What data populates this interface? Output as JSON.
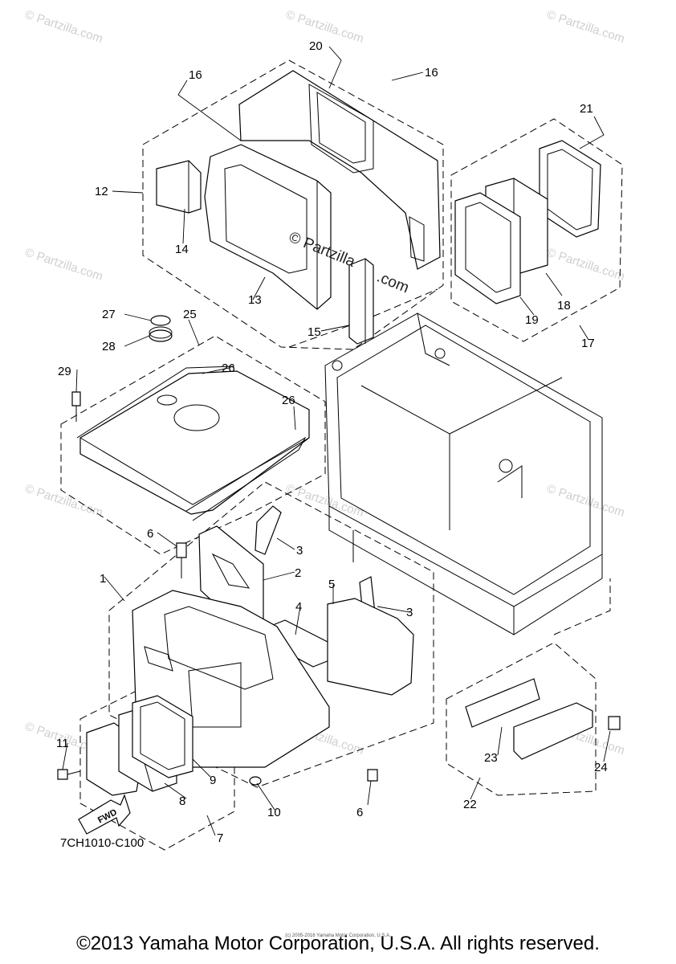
{
  "watermark": {
    "site": "© Partzilla.com",
    "center_line1": "© Partzilla",
    "center_line2": ".com"
  },
  "diagram_code": "7CH1010-C100",
  "fwd_label": "FWD",
  "copyright": "©2013 Yamaha Motor Corporation, U.S.A. All rights reserved.",
  "tiny_copyright": "(c) 2005-2016 Yamaha Motor Corporation, U.S.A.",
  "callouts": [
    "1",
    "2",
    "3",
    "3",
    "4",
    "5",
    "6",
    "6",
    "7",
    "8",
    "9",
    "10",
    "11",
    "12",
    "13",
    "14",
    "15",
    "16",
    "16",
    "17",
    "18",
    "19",
    "20",
    "21",
    "22",
    "23",
    "24",
    "25",
    "26",
    "26",
    "27",
    "28",
    "29"
  ]
}
